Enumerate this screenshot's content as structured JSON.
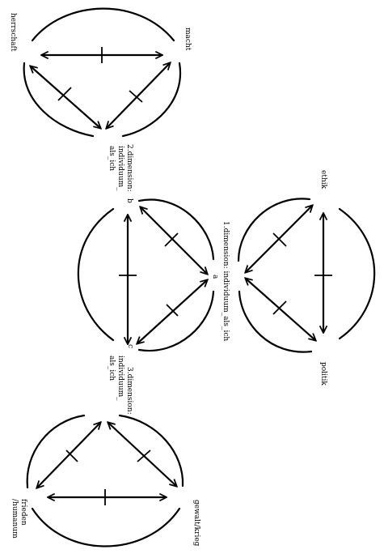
{
  "labels": {
    "herrschaft": "herrschaft",
    "macht": "macht",
    "dim2_l1": "2.dimension:",
    "dim2_l2": "individuum_",
    "dim2_l3": "als_ich",
    "b": "b",
    "ethik": "ethik",
    "dim1": "1.dimension: individuum_als_ich",
    "a": "a",
    "politik": "politik",
    "c": "c",
    "dim3_l1": "3.dimension:",
    "dim3_l2": "individuum_",
    "dim3_l3": "als_ich",
    "frieden_l1": "frieden",
    "frieden_l2": "/humanum",
    "gewalt": "gewalt/krieg"
  },
  "colors": {
    "ink": "#000000",
    "background": "#ffffff"
  }
}
